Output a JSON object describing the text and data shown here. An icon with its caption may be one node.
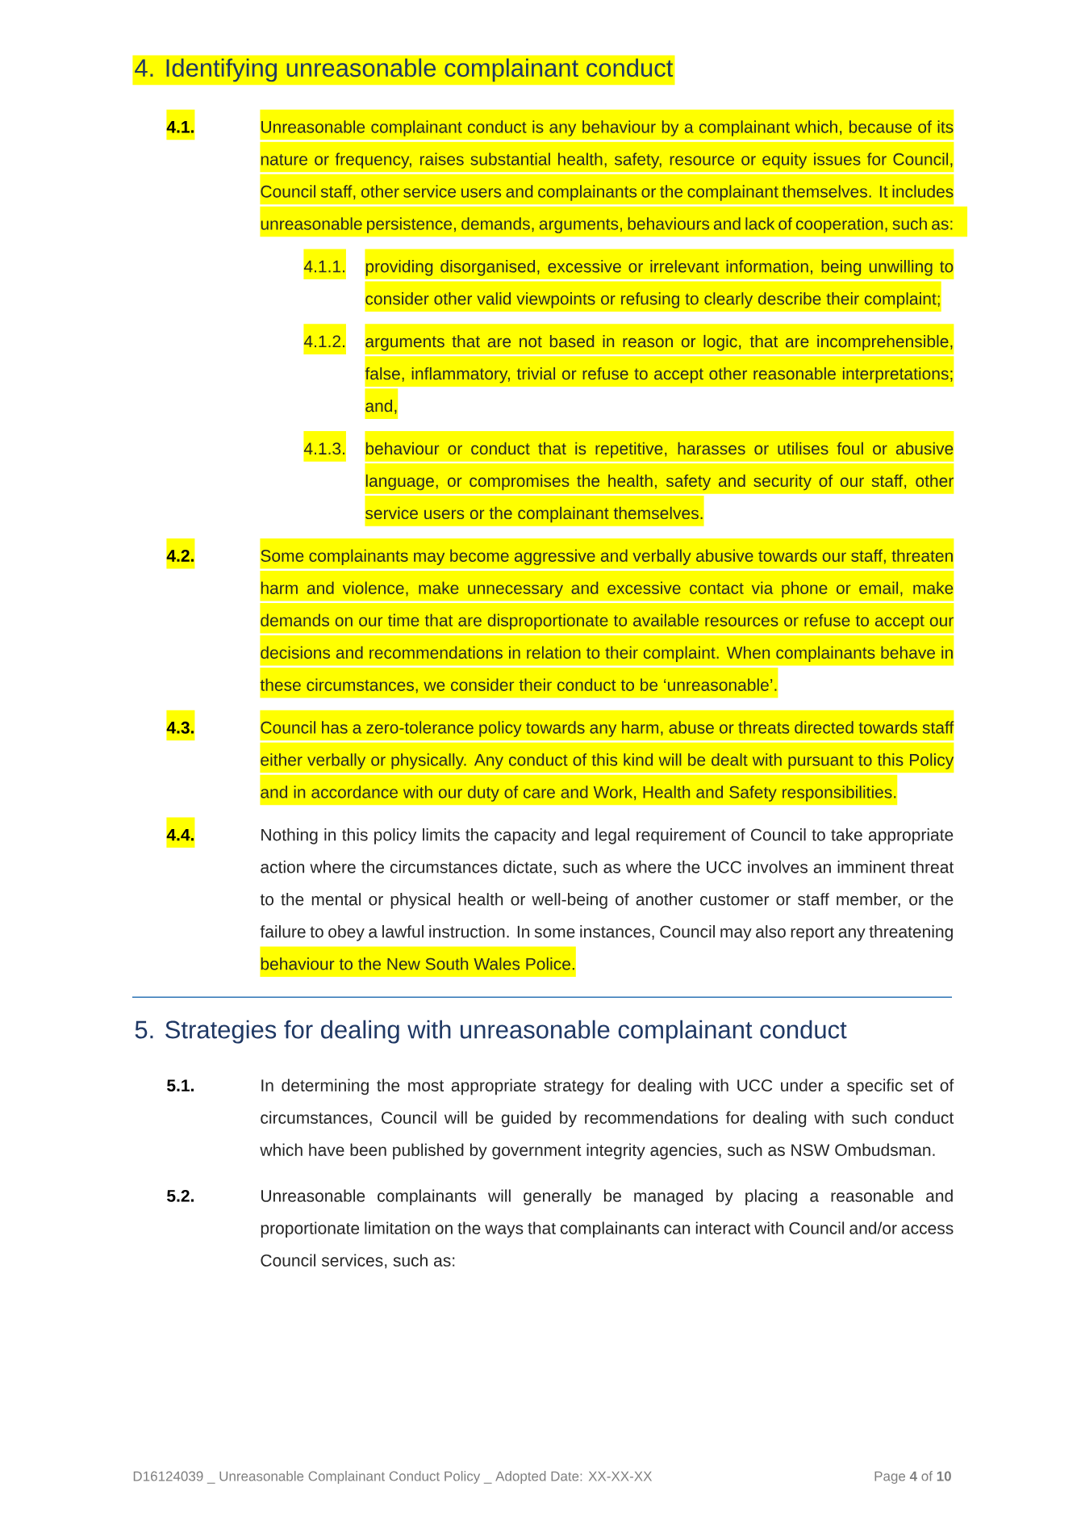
{
  "diagram": {
    "labels": [
      "4. Identifying unreasonable complainant conduct",
      "4.1.",
      "Unreasonable complainant conduct is any behaviour by a complainant which, because of its nature or frequency, raises substantial health, safety, resource or equity issues for Council, Council staff, other service users and complainants or the complainant themselves. It includes unreasonable persistence, demands, arguments, behaviours and lack of cooperation, such as:",
      "4.1.1.",
      "providing disorganised, excessive or irrelevant information, being unwilling to consider other valid viewpoints or refusing to clearly describe their complaint;",
      "4.1.2.",
      "arguments that are not based in reason or logic, that are incomprehensible, false, inflammatory, trivial or refuse to accept other reasonable interpretations; and,",
      "4.1.3.",
      "behaviour or conduct that is repetitive, harasses or utilises foul or abusive language, or compromises the health, safety and security of our staff, other service users or the complainant themselves.",
      "4.2.",
      "Some complainants may become aggressive and verbally abusive towards our staff, threaten harm and violence, make unnecessary and excessive contact via phone or email, make demands on our time that are disproportionate to available resources or refuse to accept our decisions and recommendations in relation to their complaint. When complainants behave in these circumstances, we consider their conduct to be ‘unreasonable’.",
      "4.3.",
      "Council has a zero-tolerance policy towards any harm, abuse or threats directed towards staff either verbally or physically. Any conduct of this kind will be dealt with pursuant to this Policy and in accordance with our duty of care and Work, Health and Safety responsibilities.",
      "4.4.",
      "Nothing in this policy limits the capacity and legal requirement of Council to take appropriate action where the circumstances dictate, such as where the UCC involves an imminent threat to the mental or physical health or well-being of another customer or staff member, or the failure to obey a lawful instruction.",
      "In some instances, Council may also report any threatening behaviour to the New South Wales Police.",
      "5. Strategies for dealing with unreasonable complainant conduct",
      "5.1.",
      "In determining the most appropriate strategy for dealing with UCC under a specific set of circumstances, Council will be guided by recommendations for dealing with such conduct which have been published by government integrity agencies, such as NSW Ombudsman.",
      "5.2.",
      "Unreasonable complainants will generally be managed by placing a reasonable and proportionate limitation on the ways that complainants can interact with Council and/or access Council services, such as:",
      "D16124039 _ Unreasonable Complainant Conduct Policy _ Adopted Date: XX-XX-XX",
      "Page **4** of **10**"
    ]
  }
}
